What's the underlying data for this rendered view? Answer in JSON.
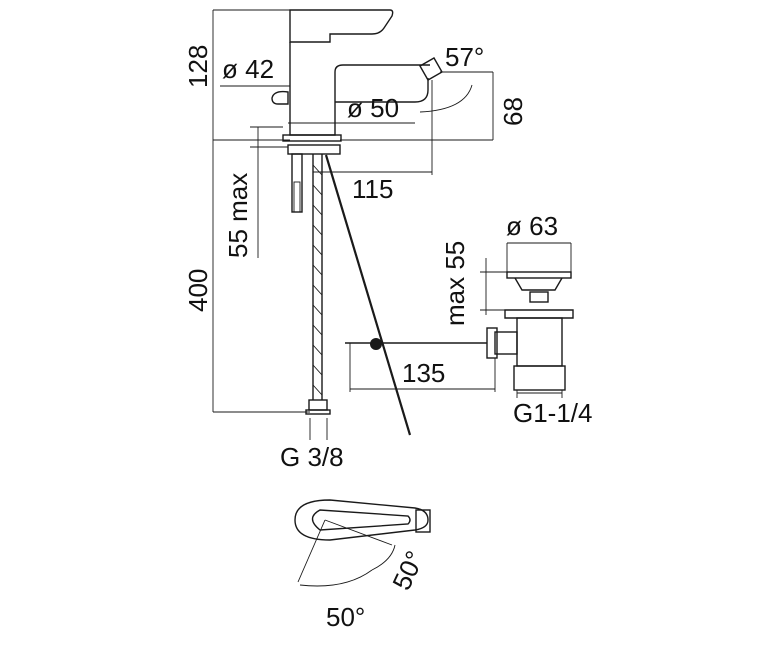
{
  "dimensions": {
    "faucet_height": "128",
    "body_diameter": "ø 42",
    "spout_angle": "57°",
    "base_diameter": "ø 50",
    "spout_height": "68",
    "spout_reach": "115",
    "deck_thickness": "55 max",
    "hose_length": "400",
    "hose_thread": "G 3/8",
    "drain_diameter": "ø 63",
    "drain_deck": "max 55",
    "pull_rod_reach": "135",
    "drain_thread": "G1-1/4",
    "lever_angle_right": "50°",
    "lever_angle_left": "50°"
  }
}
